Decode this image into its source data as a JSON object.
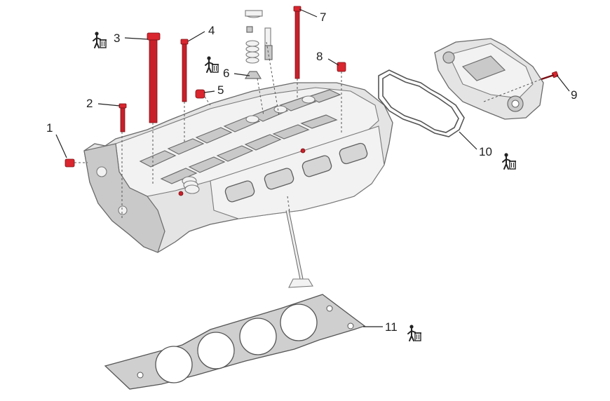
{
  "callouts": [
    {
      "id": "1",
      "label": "1"
    },
    {
      "id": "2",
      "label": "2"
    },
    {
      "id": "3",
      "label": "3"
    },
    {
      "id": "4",
      "label": "4"
    },
    {
      "id": "5",
      "label": "5"
    },
    {
      "id": "6",
      "label": "6"
    },
    {
      "id": "7",
      "label": "7"
    },
    {
      "id": "8",
      "label": "8"
    },
    {
      "id": "9",
      "label": "9"
    },
    {
      "id": "10",
      "label": "10"
    },
    {
      "id": "11",
      "label": "11"
    }
  ],
  "icons": {
    "replace": "discard-replace-icon"
  },
  "colors": {
    "bolt": "#c8202a",
    "metal": "#e4e4e4",
    "outline": "#6a6a6a"
  }
}
